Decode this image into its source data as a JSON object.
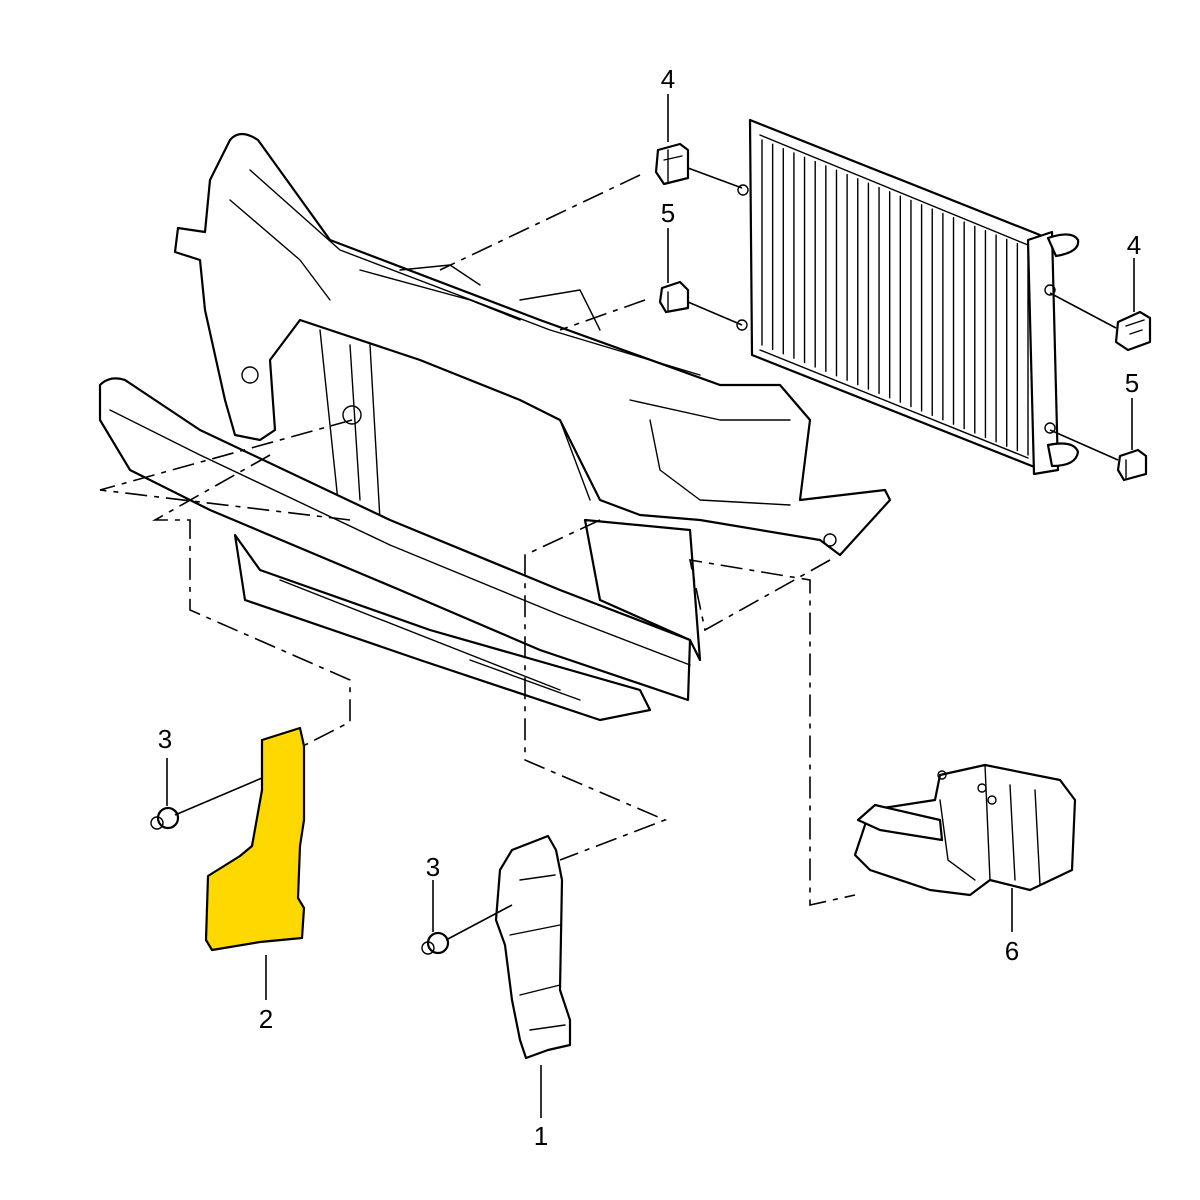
{
  "diagram": {
    "highlight_color": "#FFD800",
    "line_color": "#000000",
    "background": "#FFFFFF",
    "callouts": [
      {
        "id": "1",
        "text": "1"
      },
      {
        "id": "2",
        "text": "2"
      },
      {
        "id": "3a",
        "text": "3"
      },
      {
        "id": "3b",
        "text": "3"
      },
      {
        "id": "4a",
        "text": "4"
      },
      {
        "id": "4b",
        "text": "4"
      },
      {
        "id": "5a",
        "text": "5"
      },
      {
        "id": "5b",
        "text": "5"
      },
      {
        "id": "6",
        "text": "6"
      }
    ]
  }
}
